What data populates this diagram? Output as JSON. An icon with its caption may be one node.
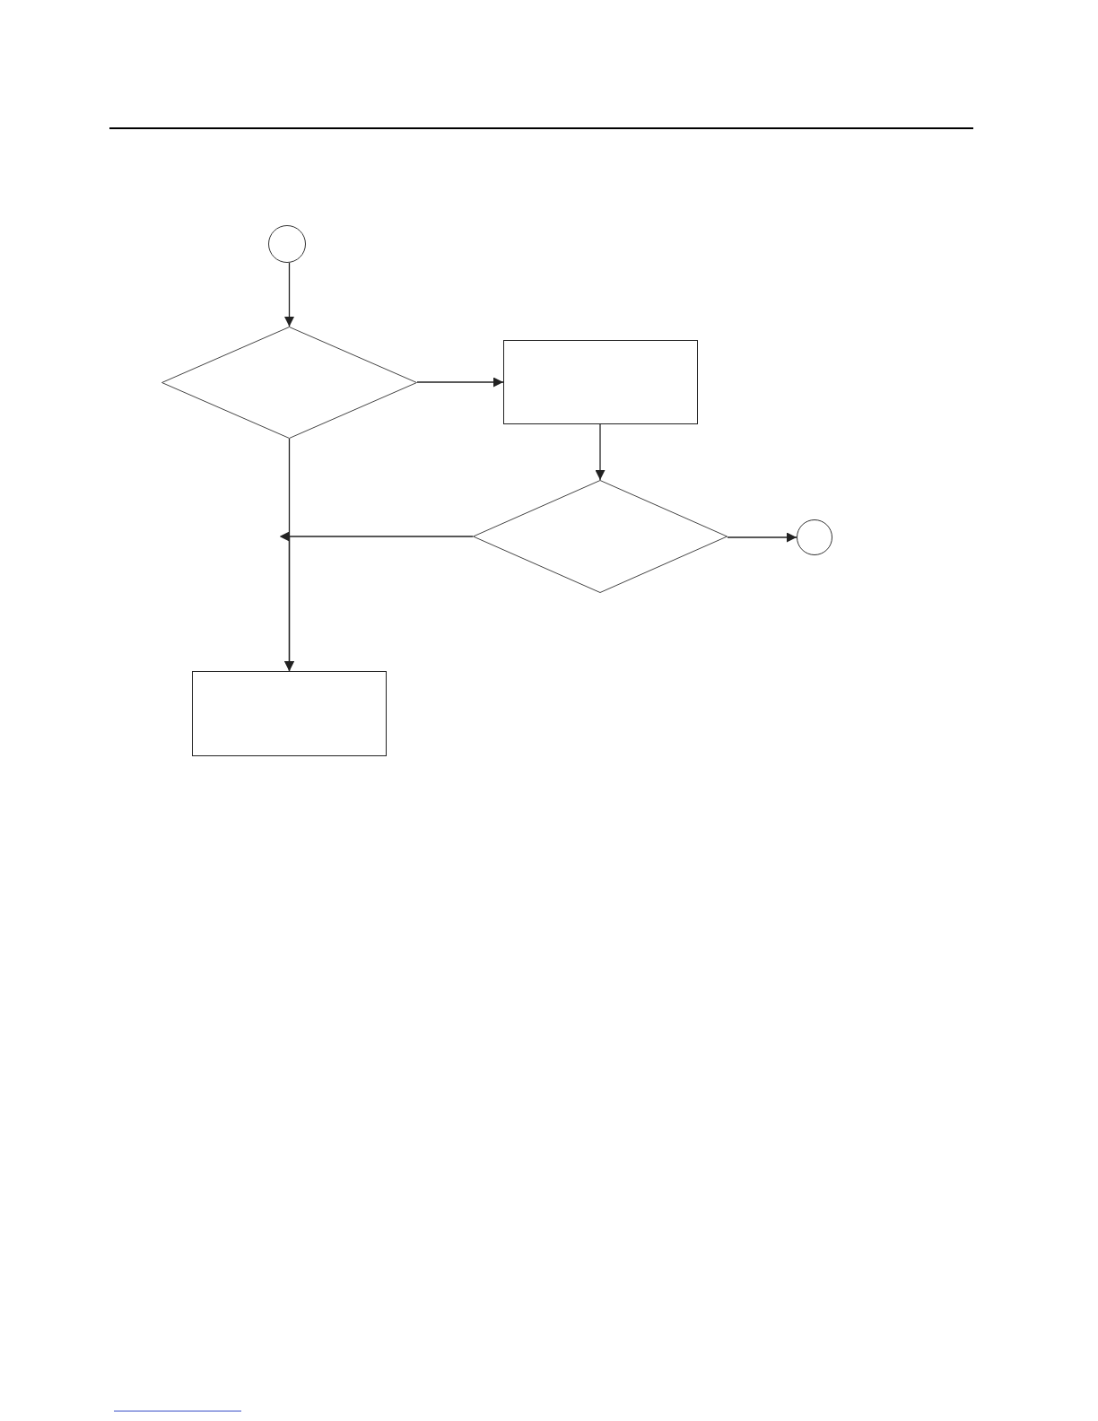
{
  "diagram": {
    "nodes": [
      {
        "text": [],
        "shape": "circle"
      },
      {
        "text": [],
        "shape": "diamond"
      },
      {
        "text": [],
        "shape": "box"
      },
      {
        "text": [],
        "shape": "diamond"
      },
      {
        "text": [],
        "shape": "circle"
      },
      {
        "text": [],
        "shape": "box"
      }
    ],
    "edges": [
      {
        "from": 0,
        "to": 1,
        "arrow": "to"
      },
      {
        "from": 1,
        "to": 2,
        "arrow": "to"
      },
      {
        "from": 2,
        "to": 3,
        "arrow": "to"
      },
      {
        "from": 3,
        "to": 4,
        "arrow": "to"
      },
      {
        "from": 1,
        "to": 5,
        "arrow": "to"
      },
      {
        "from": 3,
        "to": 5,
        "arrow": "to"
      }
    ]
  }
}
